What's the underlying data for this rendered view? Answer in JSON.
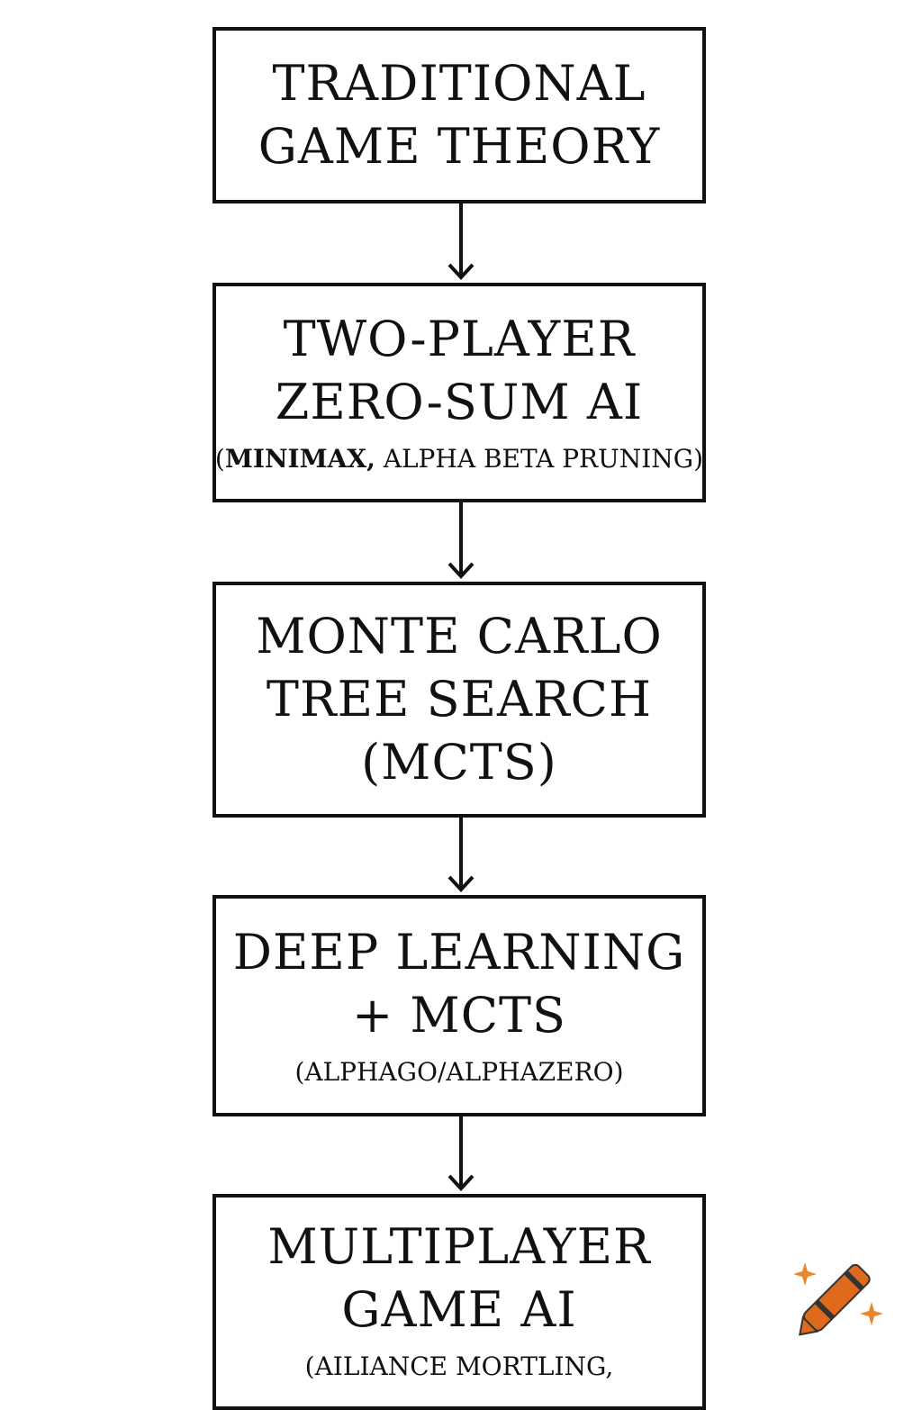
{
  "diagram": {
    "boxes": [
      {
        "id": "traditional-game-theory",
        "lines": [
          "TRADITIONAL",
          "GAME THEORY"
        ]
      },
      {
        "id": "two-player-zero-sum-ai",
        "lines": [
          "TWO-PLAYER",
          "ZERO-SUM AI"
        ],
        "sub_open": "(",
        "sub_bold": "MINIMAX,",
        "sub_rest": " ALPHA BETA PRUNING)"
      },
      {
        "id": "mcts",
        "lines": [
          "MONTE CARLO",
          "TREE SEARCH",
          "(MCTS)"
        ]
      },
      {
        "id": "deep-learning-mcts",
        "lines": [
          "DEEP LEARNING",
          "+ MCTS"
        ],
        "sub": "(ALPHAGO/ALPHAZERO)"
      },
      {
        "id": "multiplayer-game-ai",
        "lines": [
          "MULTIPLAYER",
          "GAME AI"
        ],
        "sub": "(AILIANCE MORTLING,"
      }
    ]
  },
  "colors": {
    "ink": "#111111",
    "background": "#ffffff",
    "crayon_orange": "#e06a1c",
    "crayon_dark": "#333333",
    "sparkle": "#e8862a"
  },
  "icons": {
    "watermark": "crayon-icon"
  }
}
